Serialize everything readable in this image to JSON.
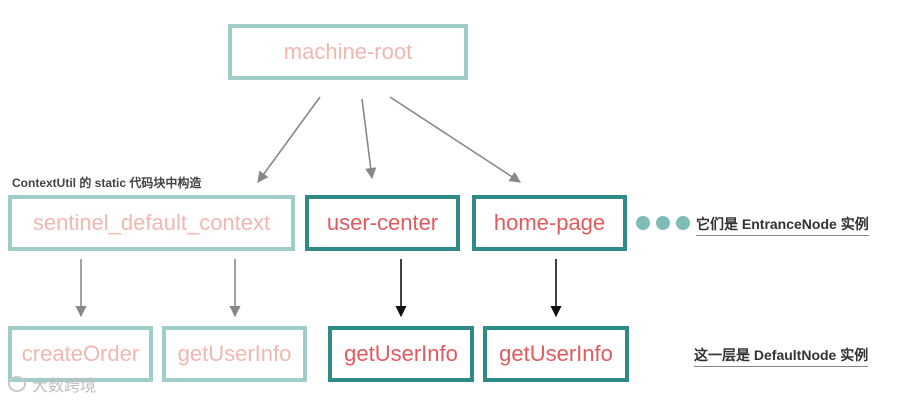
{
  "nodes": {
    "root": "machine-root",
    "default_context": "sentinel_default_context",
    "user_center": "user-center",
    "home_page": "home-page",
    "create_order": "createOrder",
    "get_user_info_1": "getUserInfo",
    "get_user_info_2": "getUserInfo",
    "get_user_info_3": "getUserInfo"
  },
  "annotations": {
    "context_util": "ContextUtil 的 static 代码块中构造",
    "entrance_node": "它们是 EntranceNode 实例",
    "default_node": "这一层是 DefaultNode 实例"
  },
  "watermark": "大数跨境",
  "colors": {
    "light_border": "#9fcdca",
    "light_text": "#f1b8b2",
    "dark_border": "#2e8b87",
    "dark_text": "#e5595c",
    "arrow_gray": "#888888",
    "arrow_black": "#111111"
  }
}
